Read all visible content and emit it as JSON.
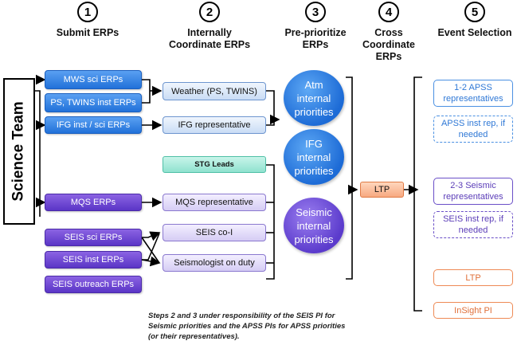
{
  "steps": [
    {
      "num": "1",
      "title": "Submit ERPs"
    },
    {
      "num": "2",
      "title": "Internally Coordinate ERPs"
    },
    {
      "num": "3",
      "title": "Pre-prioritize ERPs"
    },
    {
      "num": "4",
      "title": "Cross Coordinate ERPs"
    },
    {
      "num": "5",
      "title": "Event Selection"
    }
  ],
  "science_team": "Science Team",
  "submit": {
    "mws": "MWS sci ERPs",
    "ps_twins": "PS, TWINS inst ERPs",
    "ifg": "IFG inst / sci ERPs",
    "mqs": "MQS ERPs",
    "seis_sci": "SEIS sci ERPs",
    "seis_inst": "SEIS inst ERPs",
    "seis_outreach": "SEIS outreach ERPs"
  },
  "coordinate": {
    "weather": "Weather (PS, TWINS)",
    "ifg_rep": "IFG representative",
    "stg": "STG Leads",
    "mqs_rep": "MQS representative",
    "seis_coi": "SEIS co-I",
    "seismologist": "Seismologist on duty"
  },
  "priorities": [
    {
      "line1": "Atm",
      "line2": "internal",
      "line3": "priorities"
    },
    {
      "line1": "IFG",
      "line2": "internal",
      "line3": "priorities"
    },
    {
      "line1": "Seismic",
      "line2": "internal",
      "line3": "priorities"
    }
  ],
  "ltp": "LTP",
  "events": [
    {
      "line1": "1-2 APSS",
      "line2": "representatives"
    },
    {
      "line1": "APSS inst rep, if",
      "line2": "needed"
    },
    {
      "line1": "2-3 Seismic",
      "line2": "representatives"
    },
    {
      "line1": "SEIS inst rep, if",
      "line2": "needed"
    },
    {
      "line1": "LTP",
      "line2": ""
    },
    {
      "line1": "InSight PI",
      "line2": ""
    }
  ],
  "note": {
    "line1": "Steps 2 and 3 under responsibility of the SEIS PI for",
    "line2": "Seismic priorities and the APSS PIs for APSS priorities",
    "line3": "(or their representatives)."
  },
  "colors": {
    "blue": "#2171d9",
    "purple": "#5a35c6",
    "teal": "#8fe2cf",
    "orange": "#ee8a55"
  }
}
